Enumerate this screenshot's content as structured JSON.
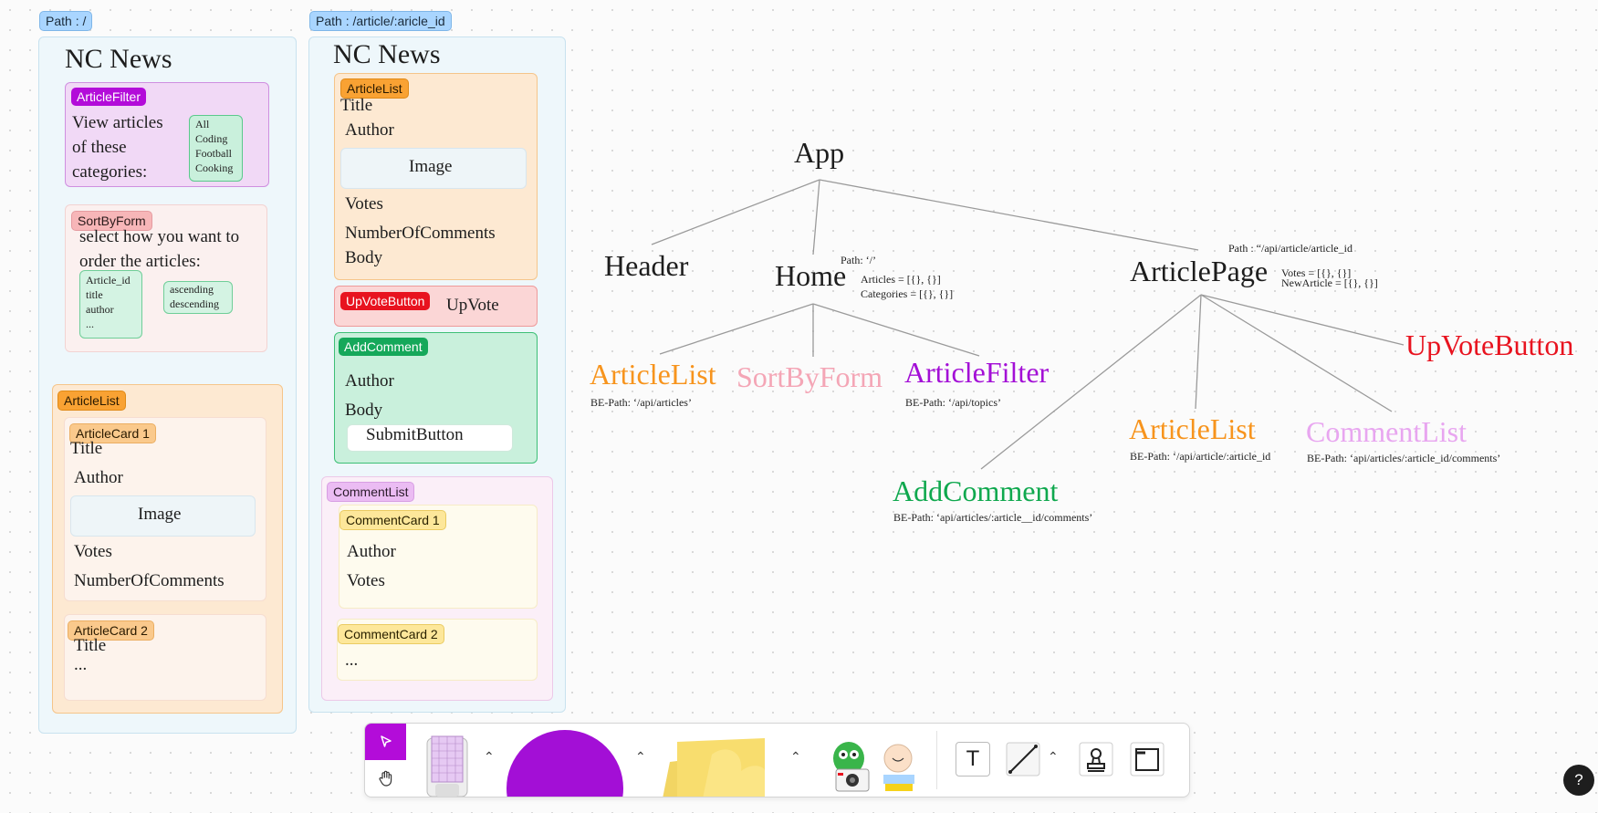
{
  "frame1": {
    "path_label": "Path : /",
    "title": "NC News",
    "article_filter": {
      "tag": "ArticleFilter",
      "text_lines": [
        "View articles",
        "of these",
        "categories:"
      ],
      "options": [
        "All",
        "Coding",
        "Football",
        "Cooking"
      ]
    },
    "sort_by_form": {
      "tag": "SortByForm",
      "text_lines": [
        "select how you want to",
        "order the articles:"
      ],
      "sort_options": [
        "Article_id",
        "title",
        "author",
        "..."
      ],
      "order_options": [
        "ascending",
        "descending"
      ]
    },
    "article_list": {
      "tag": "ArticleList",
      "card1": {
        "tag": "ArticleCard 1",
        "title": "Title",
        "author": "Author",
        "image": "Image",
        "votes": "Votes",
        "comments": "NumberOfComments"
      },
      "card2": {
        "tag": "ArticleCard 2",
        "title": "Title",
        "more": "..."
      }
    }
  },
  "frame2": {
    "path_label": "Path : /article/:aricle_id",
    "title": "NC News",
    "article_list": {
      "tag": "ArticleList",
      "title": "Title",
      "author": "Author",
      "image": "Image",
      "votes": "Votes",
      "comments": "NumberOfComments",
      "body": "Body"
    },
    "upvote": {
      "tag": "UpVoteButton",
      "label": "UpVote"
    },
    "add_comment": {
      "tag": "AddComment",
      "author": "Author",
      "body": "Body",
      "submit": "SubmitButton"
    },
    "comment_list": {
      "tag": "CommentList",
      "card1": {
        "tag": "CommentCard 1",
        "author": "Author",
        "votes": "Votes"
      },
      "card2": {
        "tag": "CommentCard 2",
        "more": "..."
      }
    }
  },
  "tree": {
    "app": "App",
    "header": "Header",
    "home": "Home",
    "home_path": "Path: ‘/’",
    "home_state1": "Articles = [{}, {}]",
    "home_state2": "Categories = [{}, {}]",
    "article_page": "ArticlePage",
    "ap_path": "Path : “/api/article/article_id",
    "ap_state1": "Votes = [{}, {}]",
    "ap_state2": "NewArticle = [{}, {}]",
    "home_article_list": "ArticleList",
    "home_article_list_be": "BE-Path: ‘/api/articles’",
    "sort_by_form": "SortByForm",
    "article_filter": "ArticleFilter",
    "article_filter_be": "BE-Path: ‘/api/topics’",
    "upvote_button": "UpVoteButton",
    "ap_article_list": "ArticleList",
    "ap_article_list_be": "BE-Path: ‘/api/article/:article_id",
    "comment_list": "CommentList",
    "comment_list_be": "BE-Path: ‘api/articles/:article_id/comments’",
    "add_comment": "AddComment",
    "add_comment_be": "BE-Path: ‘api/articles/:article__id/comments’"
  },
  "toolbar": {
    "tools": [
      "select-tool",
      "hand-tool",
      "sticky-grid-tool",
      "shape-tool",
      "sticky-note-tool",
      "sticker-tool",
      "text-tool",
      "connector-tool",
      "stamp-tool",
      "frame-tool"
    ],
    "text_tool_glyph": "T",
    "help_label": "?"
  },
  "colors": {
    "orange": "#f7941d",
    "purple": "#a30fd6",
    "pink": "#f4a6b6",
    "red": "#e8131f",
    "green": "#0fa84e",
    "light_purple": "#e8a6f0",
    "accent": "#b30cd9"
  }
}
